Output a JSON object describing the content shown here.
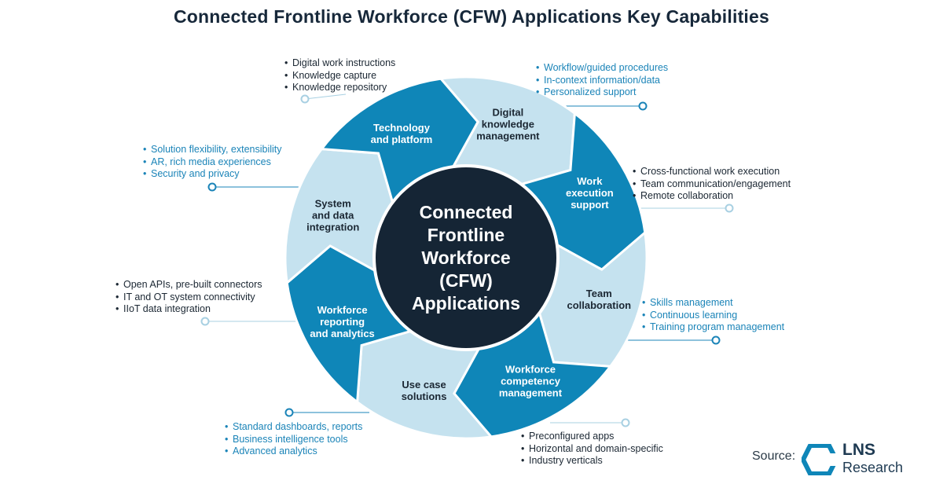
{
  "title": "Connected Frontline Workforce (CFW) Applications Key Capabilities",
  "center": {
    "lines": [
      "Connected",
      "Frontline",
      "Workforce",
      "(CFW)",
      "Applications"
    ]
  },
  "segments": [
    {
      "id": "digital-knowledge-management",
      "label_lines": [
        "Digital",
        "knowledge",
        "management"
      ],
      "style": "light",
      "bullets": [
        "Digital work instructions",
        "Knowledge capture",
        "Knowledge repository"
      ]
    },
    {
      "id": "work-execution-support",
      "label_lines": [
        "Work",
        "execution",
        "support"
      ],
      "style": "dark",
      "bullets": [
        "Workflow/guided procedures",
        "In-context information/data",
        "Personalized support"
      ]
    },
    {
      "id": "team-collaboration",
      "label_lines": [
        "Team",
        "collaboration"
      ],
      "style": "light",
      "bullets": [
        "Cross-functional work execution",
        "Team communication/engagement",
        "Remote collaboration"
      ]
    },
    {
      "id": "workforce-competency-management",
      "label_lines": [
        "Workforce",
        "competency",
        "management"
      ],
      "style": "dark",
      "bullets": [
        "Skills management",
        "Continuous learning",
        "Training program management"
      ]
    },
    {
      "id": "use-case-solutions",
      "label_lines": [
        "Use case",
        "solutions"
      ],
      "style": "light",
      "bullets": [
        "Preconfigured apps",
        "Horizontal and domain-specific",
        "Industry verticals"
      ]
    },
    {
      "id": "workforce-reporting-and-analytics",
      "label_lines": [
        "Workforce",
        "reporting",
        "and analytics"
      ],
      "style": "dark",
      "bullets": [
        "Standard dashboards, reports",
        "Business intelligence tools",
        "Advanced analytics"
      ]
    },
    {
      "id": "system-and-data-integration",
      "label_lines": [
        "System",
        "and data",
        "integration"
      ],
      "style": "light",
      "bullets": [
        "Open APIs, pre-built connectors",
        "IT and OT system connectivity",
        "IIoT data integration"
      ]
    },
    {
      "id": "technology-and-platform",
      "label_lines": [
        "Technology",
        "and platform"
      ],
      "style": "dark",
      "bullets": [
        "Solution flexibility, extensibility",
        "AR, rich media experiences",
        "Security and privacy"
      ]
    }
  ],
  "source": {
    "label": "Source:",
    "brand": "LNS",
    "brand_sub": "Research"
  },
  "colors": {
    "light_segment": "#c5e2ef",
    "dark_segment": "#0f86b8",
    "center": "#152535",
    "dark_text": "#1b2733",
    "blue_text": "#1b84b8",
    "light_connector": "#a8d0e2",
    "dark_connector": "#1b84b8"
  }
}
